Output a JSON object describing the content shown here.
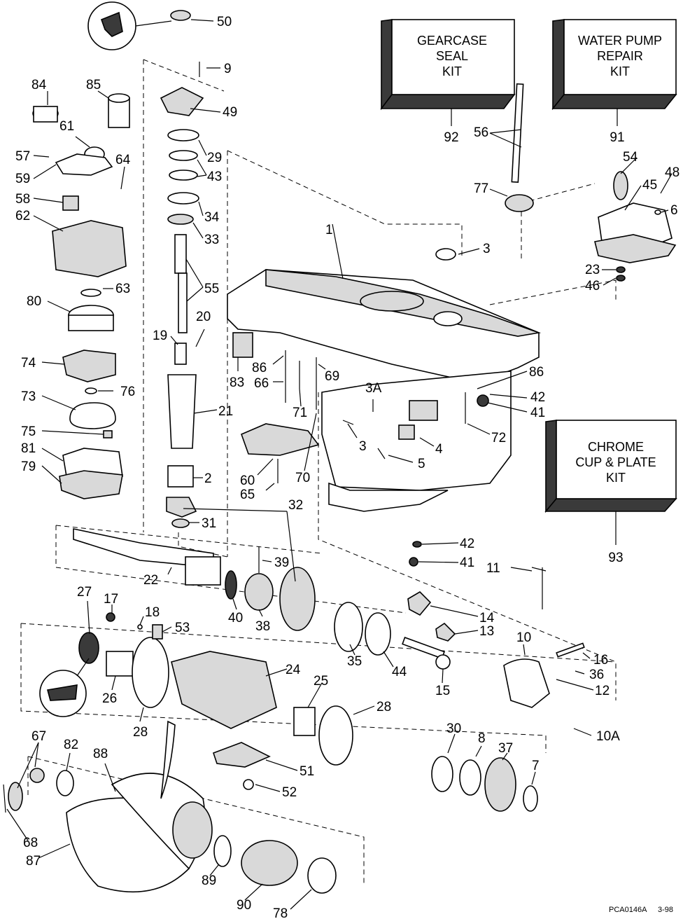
{
  "kits": {
    "gearcase_seal": {
      "line1": "GEARCASE",
      "line2": "SEAL",
      "line3": "KIT",
      "ref": "92"
    },
    "water_pump": {
      "line1": "WATER PUMP",
      "line2": "REPAIR",
      "line3": "KIT",
      "ref": "91"
    },
    "chrome_cup": {
      "line1": "CHROME",
      "line2": "CUP & PLATE",
      "line3": "KIT",
      "ref": "93"
    }
  },
  "labels": {
    "l1": "1",
    "l2": "2",
    "l3a": "3",
    "l3b": "3",
    "l3A": "3A",
    "l4": "4",
    "l5": "5",
    "l6": "6",
    "l7": "7",
    "l8": "8",
    "l9": "9",
    "l10": "10",
    "l10A": "10A",
    "l11": "11",
    "l12": "12",
    "l13": "13",
    "l14": "14",
    "l15": "15",
    "l16": "16",
    "l17": "17",
    "l18": "18",
    "l19": "19",
    "l20": "20",
    "l21": "21",
    "l22": "22",
    "l23": "23",
    "l24": "24",
    "l25": "25",
    "l26": "26",
    "l27": "27",
    "l28a": "28",
    "l28b": "28",
    "l29": "29",
    "l30": "30",
    "l31": "31",
    "l32": "32",
    "l33": "33",
    "l34": "34",
    "l35": "35",
    "l36": "36",
    "l37": "37",
    "l38": "38",
    "l39": "39",
    "l40": "40",
    "l41a": "41",
    "l41b": "41",
    "l42a": "42",
    "l42b": "42",
    "l43": "43",
    "l44": "44",
    "l45": "45",
    "l46": "46",
    "l48": "48",
    "l49": "49",
    "l50": "50",
    "l51": "51",
    "l52": "52",
    "l53": "53",
    "l54": "54",
    "l55": "55",
    "l56": "56",
    "l57": "57",
    "l58": "58",
    "l59": "59",
    "l60": "60",
    "l61": "61",
    "l62": "62",
    "l63": "63",
    "l64": "64",
    "l65": "65",
    "l66": "66",
    "l67": "67",
    "l68": "68",
    "l69": "69",
    "l70": "70",
    "l71": "71",
    "l72": "72",
    "l73": "73",
    "l74": "74",
    "l75": "75",
    "l76": "76",
    "l77": "77",
    "l78": "78",
    "l79": "79",
    "l80": "80",
    "l81": "81",
    "l82": "82",
    "l83": "83",
    "l84": "84",
    "l85": "85",
    "l86a": "86",
    "l86b": "86",
    "l87": "87",
    "l88": "88",
    "l89": "89",
    "l90": "90"
  },
  "footer": {
    "code": "PCA0146A",
    "date": "3-98"
  }
}
